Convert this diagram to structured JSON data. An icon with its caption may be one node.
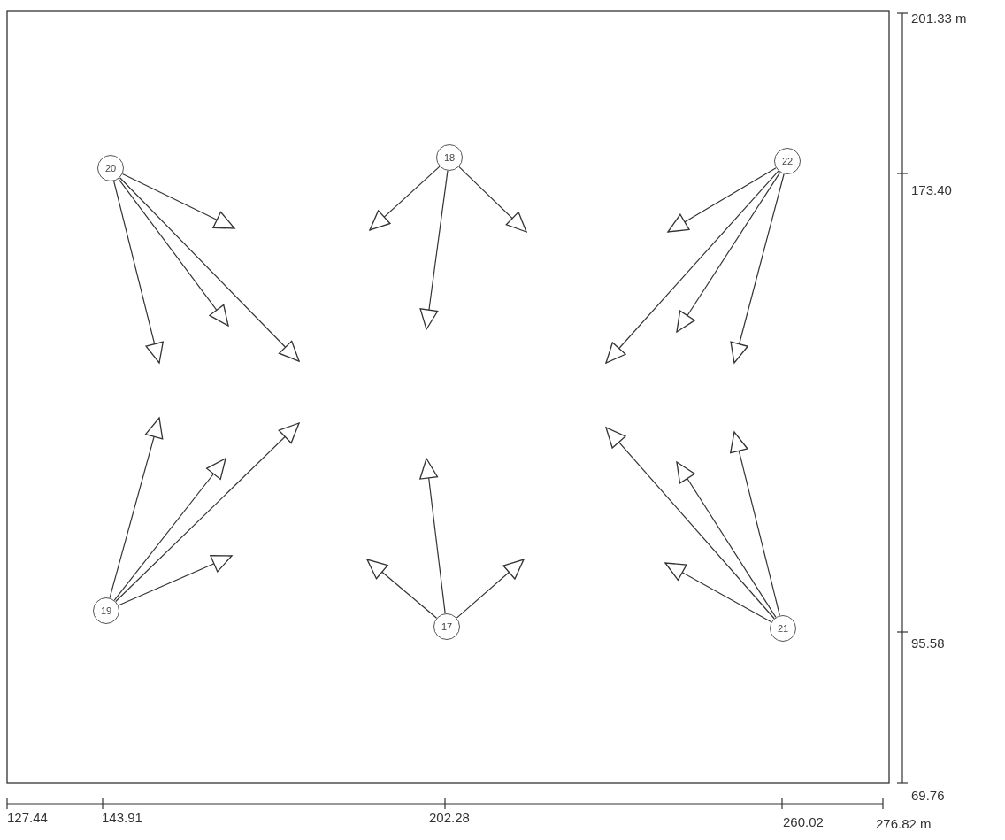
{
  "diagram": {
    "nodes": [
      {
        "text": [
          "20"
        ]
      },
      {
        "text": [
          "18"
        ]
      },
      {
        "text": [
          "22"
        ]
      },
      {
        "text": [
          "19"
        ]
      },
      {
        "text": [
          "17"
        ]
      },
      {
        "text": [
          "21"
        ]
      }
    ],
    "edges": [
      {
        "from": 0,
        "to": null,
        "arrow": "to"
      },
      {
        "from": 0,
        "to": null,
        "arrow": "to"
      },
      {
        "from": 0,
        "to": null,
        "arrow": "to"
      },
      {
        "from": 0,
        "to": null,
        "arrow": "to"
      },
      {
        "from": 1,
        "to": null,
        "arrow": "to"
      },
      {
        "from": 1,
        "to": null,
        "arrow": "to"
      },
      {
        "from": 1,
        "to": null,
        "arrow": "to"
      },
      {
        "from": 2,
        "to": null,
        "arrow": "to"
      },
      {
        "from": 2,
        "to": null,
        "arrow": "to"
      },
      {
        "from": 2,
        "to": null,
        "arrow": "to"
      },
      {
        "from": 2,
        "to": null,
        "arrow": "to"
      },
      {
        "from": 3,
        "to": null,
        "arrow": "to"
      },
      {
        "from": 3,
        "to": null,
        "arrow": "to"
      },
      {
        "from": 3,
        "to": null,
        "arrow": "to"
      },
      {
        "from": 3,
        "to": null,
        "arrow": "to"
      },
      {
        "from": 4,
        "to": null,
        "arrow": "to"
      },
      {
        "from": 4,
        "to": null,
        "arrow": "to"
      },
      {
        "from": 4,
        "to": null,
        "arrow": "to"
      },
      {
        "from": 5,
        "to": null,
        "arrow": "to"
      },
      {
        "from": 5,
        "to": null,
        "arrow": "to"
      },
      {
        "from": 5,
        "to": null,
        "arrow": "to"
      },
      {
        "from": 5,
        "to": null,
        "arrow": "to"
      }
    ],
    "labels": [
      "201.33 m",
      "173.40",
      "95.58",
      "69.76",
      "127.44",
      "143.91",
      "202.28",
      "260.02",
      "276.82 m"
    ]
  }
}
